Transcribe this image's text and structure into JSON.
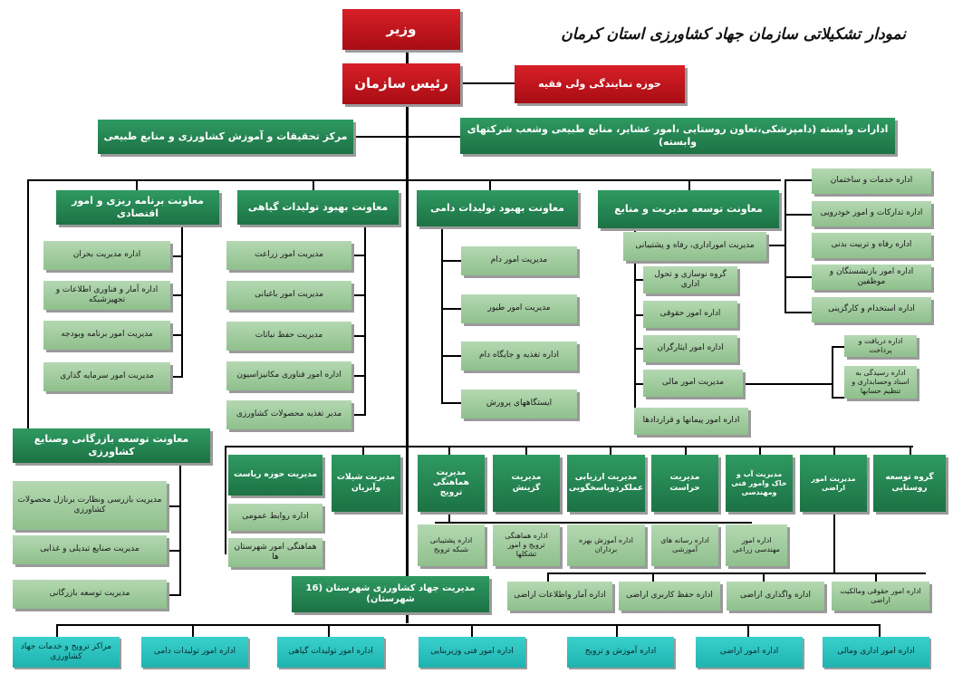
{
  "title": "نمودار تشکیلاتی سازمان جهاد کشاورزی استان کرمان",
  "top": {
    "minister": "وزیر",
    "head": "رئیس سازمان",
    "rep": "حوزه نمایندگی ولی فقیه",
    "research": "مرکز تحقیقات و آموزش کشاورزی و منابع طبیعی",
    "affiliated": "ادارات وابسته (دامپزشکی،تعاون روستایی ،امور عشایر، منابع طبیعی وشعب شرکتهای وابسته)"
  },
  "deputies": {
    "planning": "معاونت برنامه ریزی و امور اقتصادی",
    "plant": "معاونت بهبود تولیدات گیاهی",
    "livestock": "معاونت بهبود تولیدات دامی",
    "resources": "معاونت توسعه مدیریت و منابع",
    "commerce": "معاونت توسعه بازرگانی وصنایع کشاورزی"
  },
  "planning_items": [
    "اداره مدیریت بحران",
    "اداره آمار و فناوری اطلاعات و تجهیزشبکه",
    "مدیریت امور برنامه وبودجه",
    "مدیریت امور سرمایه گذاری"
  ],
  "plant_items": [
    "مدیریت امور زراعت",
    "مدیریت امور باغبانی",
    "مدیریت حفظ نباتات",
    "اداره امور فناوری مکانیزاسیون",
    "مدیر تغذیه محصولات کشاورزی"
  ],
  "livestock_items": [
    "مدیریت امور دام",
    "مدیریت امور طیور",
    "اداره تغذیه و جایگاه دام",
    "ایستگاههای پرورش"
  ],
  "resources_items": [
    "مدیریت اموراداری، رفاه و پشتیبانی",
    "گروه نوسازی و تحول اداری",
    "اداره امور حقوقی",
    "اداره امور ایثارگران",
    "مدیریت امور مالی",
    "اداره امور پیمانها و قراردادها"
  ],
  "hr_items": [
    "اداره خدمات و ساختمان",
    "اداره تدارکات و امور خودرویی",
    "اداره رفاه و تربیت بدنی",
    "اداره امور بازنشستگان و موظفین",
    "اداره استخدام و کارگزینی"
  ],
  "finance_items": [
    "اداره دریافت و پرداخت",
    "اداره رسیدگی به اسناد وحسابداری و تنظیم حسابها"
  ],
  "commerce_items": [
    "مدیریت بازرسی ونظارت برنازل محصولات کشاورزی",
    "مدیریت صنایع تبدیلی و غذایی",
    "مدیریت توسعه بازرگانی"
  ],
  "middle_row": [
    {
      "label": "گروه توسعه روستایی"
    },
    {
      "label": "مدیریت امور اراضی"
    },
    {
      "label": "مدیریت آب و خاک وامور فنی ومهندسی"
    },
    {
      "label": "مدیریت حراست"
    },
    {
      "label": "مدیریت ارزیابی عملکردوپاسخگویی"
    },
    {
      "label": "مدیریت گزینش"
    },
    {
      "label": "مدیریت هماهنگی ترویج"
    },
    {
      "label": "مدیریت شیلات وآبزیان"
    },
    {
      "label": "مدیریت حوزه ریاست"
    }
  ],
  "sub_row": [
    "اداره امور مهندسی زراعی",
    "اداره رسانه های آموزشی",
    "اداره آموزش بهره برداران",
    "اداره هماهنگی ترویج و امور تشکلها",
    "اداره پشتیبانی شبکه ترویج"
  ],
  "presidency_items": [
    "اداره روابط عمومی",
    "هماهنگی امور شهرستان ها"
  ],
  "land_items": [
    "اداره امور حقوقی ومالکیت اراضی",
    "اداره واگذاری اراضی",
    "اداره حفظ کاربری اراضی",
    "اداره آمار واطلاعات اراضی"
  ],
  "county": "مدیریت جهاد کشاورزی شهرستان (16 شهرستان)",
  "bottom_row": [
    "اداره امور اداری ومالی",
    "اداره امور اراضی",
    "اداره آموزش و ترویج",
    "اداره امور فنی وزیربنایی",
    "اداره امور تولیدات گیاهی",
    "اداره امور تولیدات دامی",
    "مراکز ترویج و خدمات جهاد کشاورزی"
  ],
  "colors": {
    "red": "#c2141c",
    "dark_green": "#1f7a49",
    "light_green": "#a6cfa3",
    "cyan": "#2cc3bf"
  }
}
